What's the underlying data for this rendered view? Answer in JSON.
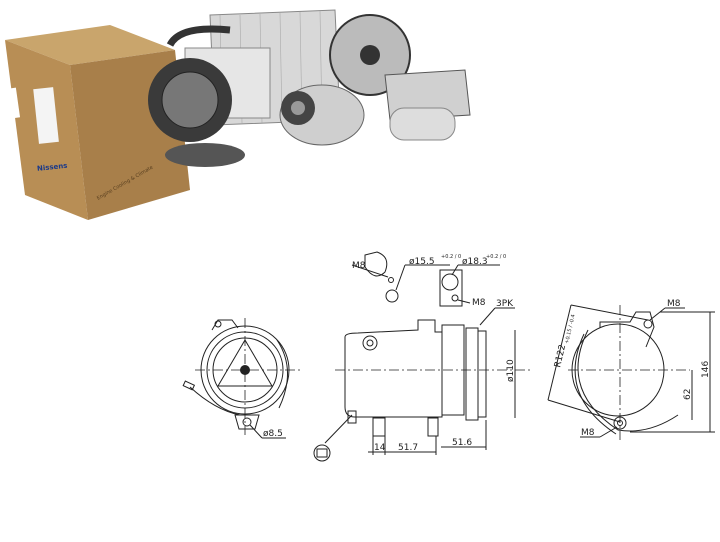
{
  "photo": {
    "box_brand": "Nissens",
    "box_slogan": "Engine Cooling & Climate"
  },
  "drawing": {
    "front_view": {
      "hole_label": "ø8.5"
    },
    "side_view": {
      "mount_left_label": "M8",
      "mount_left_diameter": "ø15.5",
      "mount_left_tol": "+0.2 / 0",
      "mount_right_diameter": "ø18.3",
      "mount_right_tol": "+0.2 / 0",
      "mount_right_label": "M8",
      "pulley_label": "3PK",
      "pulley_diameter": "ø110",
      "dim_a": "14",
      "dim_b": "51.7",
      "dim_c": "51.6"
    },
    "rear_view": {
      "top_label": "M8",
      "bottom_label": "M8",
      "radius_label": "R122",
      "radius_tol": "+0.15 / -0.4",
      "height": "146",
      "center_height": "62"
    }
  }
}
